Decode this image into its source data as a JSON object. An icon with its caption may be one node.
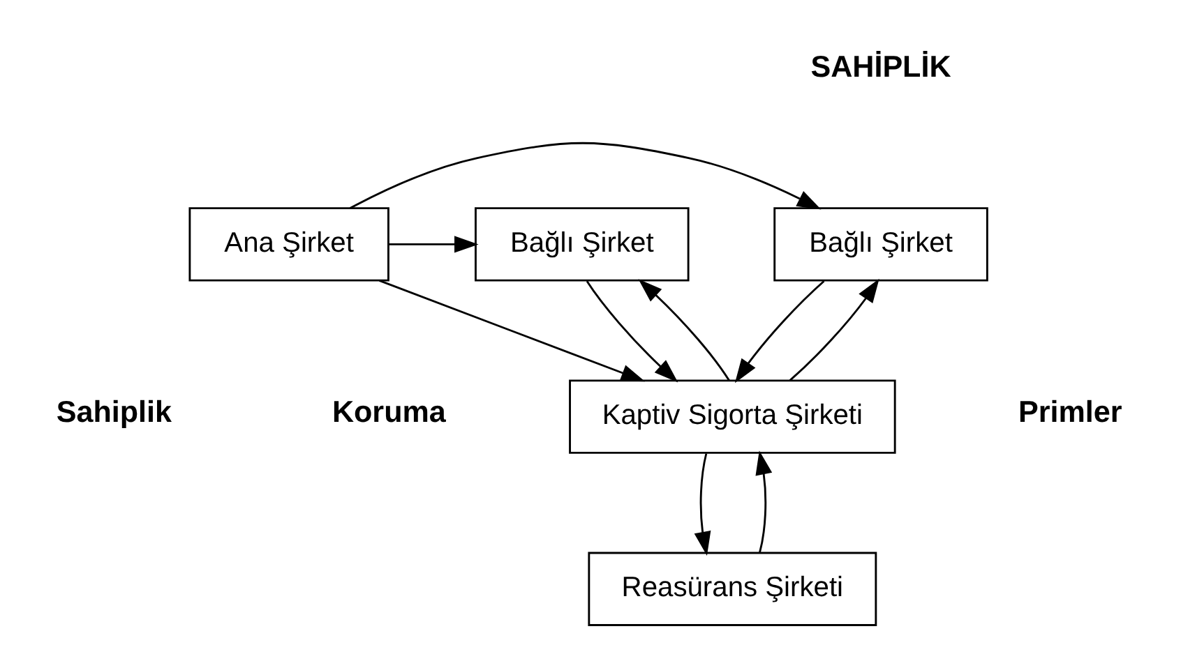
{
  "diagram": {
    "nodes": [
      {
        "text": [
          "Ana Şirket"
        ]
      },
      {
        "text": [
          "Bağlı Şirket"
        ]
      },
      {
        "text": [
          "Bağlı Şirket"
        ]
      },
      {
        "text": [
          "Kaptiv Sigorta Şirketi"
        ]
      },
      {
        "text": [
          "Reasürans Şirketi"
        ]
      }
    ],
    "edges": [
      {
        "from": 0,
        "to": 1,
        "arrow": "to"
      },
      {
        "from": 0,
        "to": 2,
        "arrow": "to"
      },
      {
        "from": 0,
        "to": 3,
        "arrow": "to"
      },
      {
        "from": 1,
        "to": 3,
        "arrow": "to"
      },
      {
        "from": 3,
        "to": 1,
        "arrow": "to"
      },
      {
        "from": 3,
        "to": 2,
        "arrow": "to"
      },
      {
        "from": 2,
        "to": 3,
        "arrow": "to"
      },
      {
        "from": 4,
        "to": 3,
        "arrow": "to"
      },
      {
        "from": 3,
        "to": 4,
        "arrow": "to"
      }
    ],
    "labels": [
      "SAHİPLİK",
      "Sahiplik",
      "Primler",
      "Koruma"
    ]
  }
}
